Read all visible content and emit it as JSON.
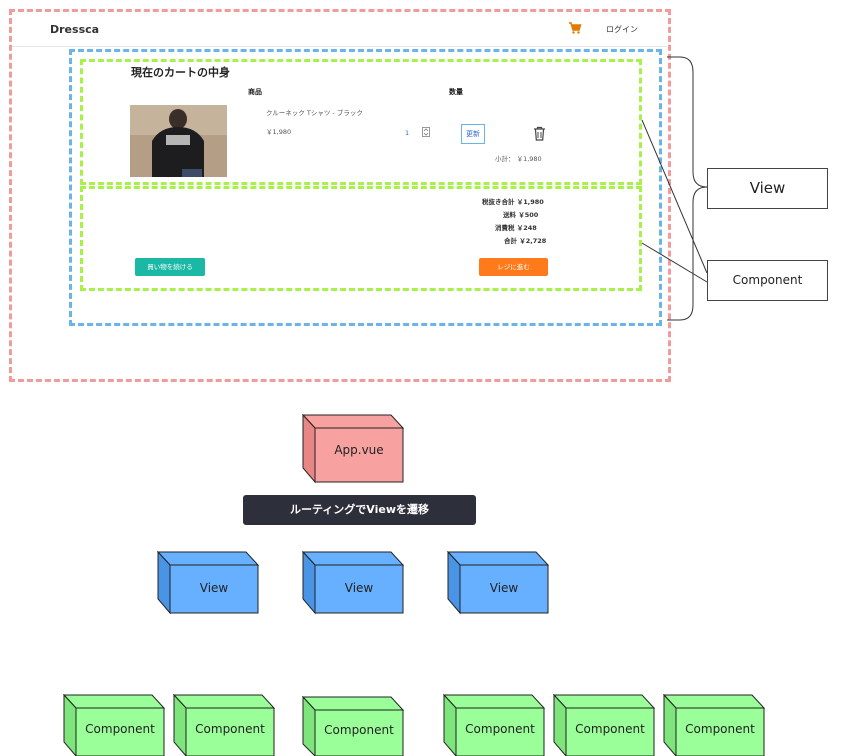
{
  "app": {
    "brand": "Dressca",
    "login": "ログイン"
  },
  "cart": {
    "title": "現在のカートの中身",
    "col_product": "商品",
    "col_quantity": "数量",
    "item_name": "クルーネック Tシャツ - ブラック",
    "item_price": "￥1,980",
    "quantity": "1",
    "update_label": "更新",
    "subtotal": "小計： ￥1,980",
    "summary": [
      "税抜き合計 ￥1,980",
      "送料  ￥500",
      "消費税  ￥248",
      "合計 ￥2,728"
    ],
    "continue_label": "買い物を続ける",
    "checkout_label": "レジに進む"
  },
  "annotations": {
    "view_label": "View",
    "component_label": "Component"
  },
  "diagram": {
    "app_label": "App.vue",
    "routing_label": "ルーティングでViewを遷移",
    "view_labels": [
      "View",
      "View",
      "View"
    ],
    "component_labels": [
      "Component",
      "Component",
      "Component",
      "Component",
      "Component",
      "Component"
    ]
  },
  "colors": {
    "red_dash": "#f29b9b",
    "blue_dash": "#6ab4ea",
    "green_dash": "#a8f04a",
    "app_cube": "#f7a1a1",
    "view_cube": "#66b0ff",
    "component_cube": "#9bff99",
    "teal_button": "#1cb8a6",
    "orange_button": "#ff7a1a",
    "routing_bar": "#2d2f3a"
  },
  "icons": [
    "cart-icon",
    "trash-icon",
    "stepper-icon"
  ]
}
